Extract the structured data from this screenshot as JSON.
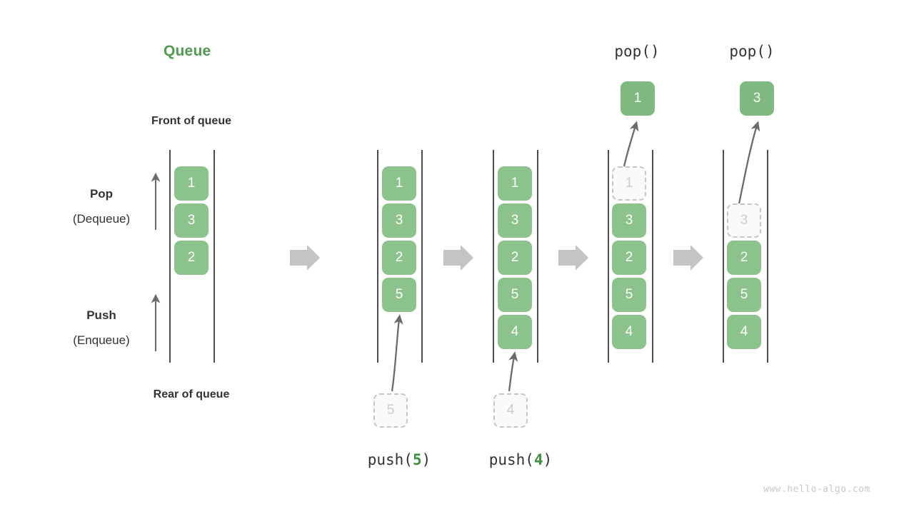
{
  "title": "Queue",
  "labels": {
    "front_of_queue": "Front of queue",
    "rear_of_queue": "Rear of queue",
    "pop_main": "Pop",
    "pop_sub": "(Dequeue)",
    "push_main": "Push",
    "push_sub": "(Enqueue)"
  },
  "colors": {
    "accent_green": "#4e9a4e",
    "cell_green": "#8cc28b",
    "ghost_gray": "#c6c6c6",
    "arrow_gray": "#c4c4c4",
    "line_gray": "#4d4d4d",
    "text_dark": "#333333",
    "watermark": "#c9c9c9"
  },
  "stages": [
    {
      "id": "stage-initial",
      "cells": [
        "1",
        "3",
        "2"
      ],
      "ghost_in": null,
      "ghost_index": null,
      "popped": null,
      "op_prefix": null,
      "op_value": null,
      "op_suffix": null,
      "top_label": null
    },
    {
      "id": "stage-push-5",
      "cells": [
        "1",
        "3",
        "2",
        "5"
      ],
      "ghost_in": "5",
      "ghost_index": null,
      "popped": null,
      "op_prefix": "push(",
      "op_value": "5",
      "op_suffix": ")",
      "top_label": null
    },
    {
      "id": "stage-push-4",
      "cells": [
        "1",
        "3",
        "2",
        "5",
        "4"
      ],
      "ghost_in": "4",
      "ghost_index": null,
      "popped": null,
      "op_prefix": "push(",
      "op_value": "4",
      "op_suffix": ")",
      "top_label": null
    },
    {
      "id": "stage-pop-1",
      "cells": [
        "1",
        "3",
        "2",
        "5",
        "4"
      ],
      "ghost_in": null,
      "ghost_index": 0,
      "popped": "1",
      "op_prefix": null,
      "op_value": null,
      "op_suffix": null,
      "top_label": "pop()"
    },
    {
      "id": "stage-pop-3",
      "cells": [
        "3",
        "2",
        "5",
        "4"
      ],
      "ghost_in": null,
      "ghost_index": 0,
      "popped": "3",
      "op_prefix": null,
      "op_value": null,
      "op_suffix": null,
      "top_label": "pop()"
    }
  ],
  "flow_arrows": 4,
  "watermark": "www.hello-algo.com"
}
